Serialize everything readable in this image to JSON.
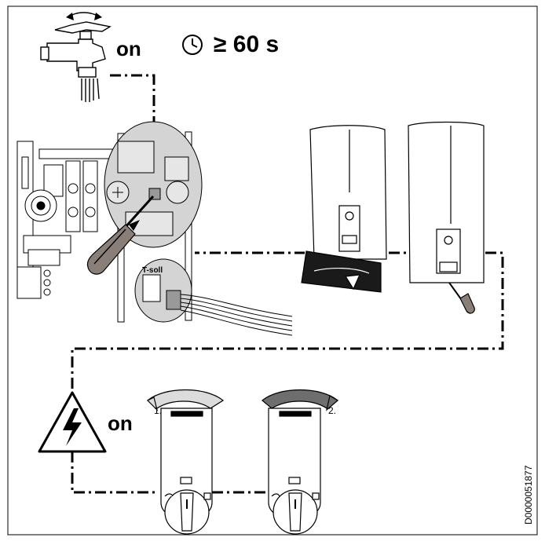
{
  "step_tap": {
    "label": "on"
  },
  "step_wait": {
    "duration": "≥ 60 s"
  },
  "step_power": {
    "label": "on"
  },
  "sensor_label": "T-soll",
  "knob_steps": {
    "first": "1.",
    "second": "2."
  },
  "document_id": "D0000051877",
  "icons": [
    "water-tap-icon",
    "clock-icon",
    "electric-hazard-icon",
    "screwdriver-icon"
  ],
  "colors": {
    "line": "#000000",
    "tool_handle": "#8a7e78",
    "detail_circle": "#d4d4d4",
    "arc_light": "#dcdcdc",
    "arc_dark": "#6e6e6e"
  }
}
